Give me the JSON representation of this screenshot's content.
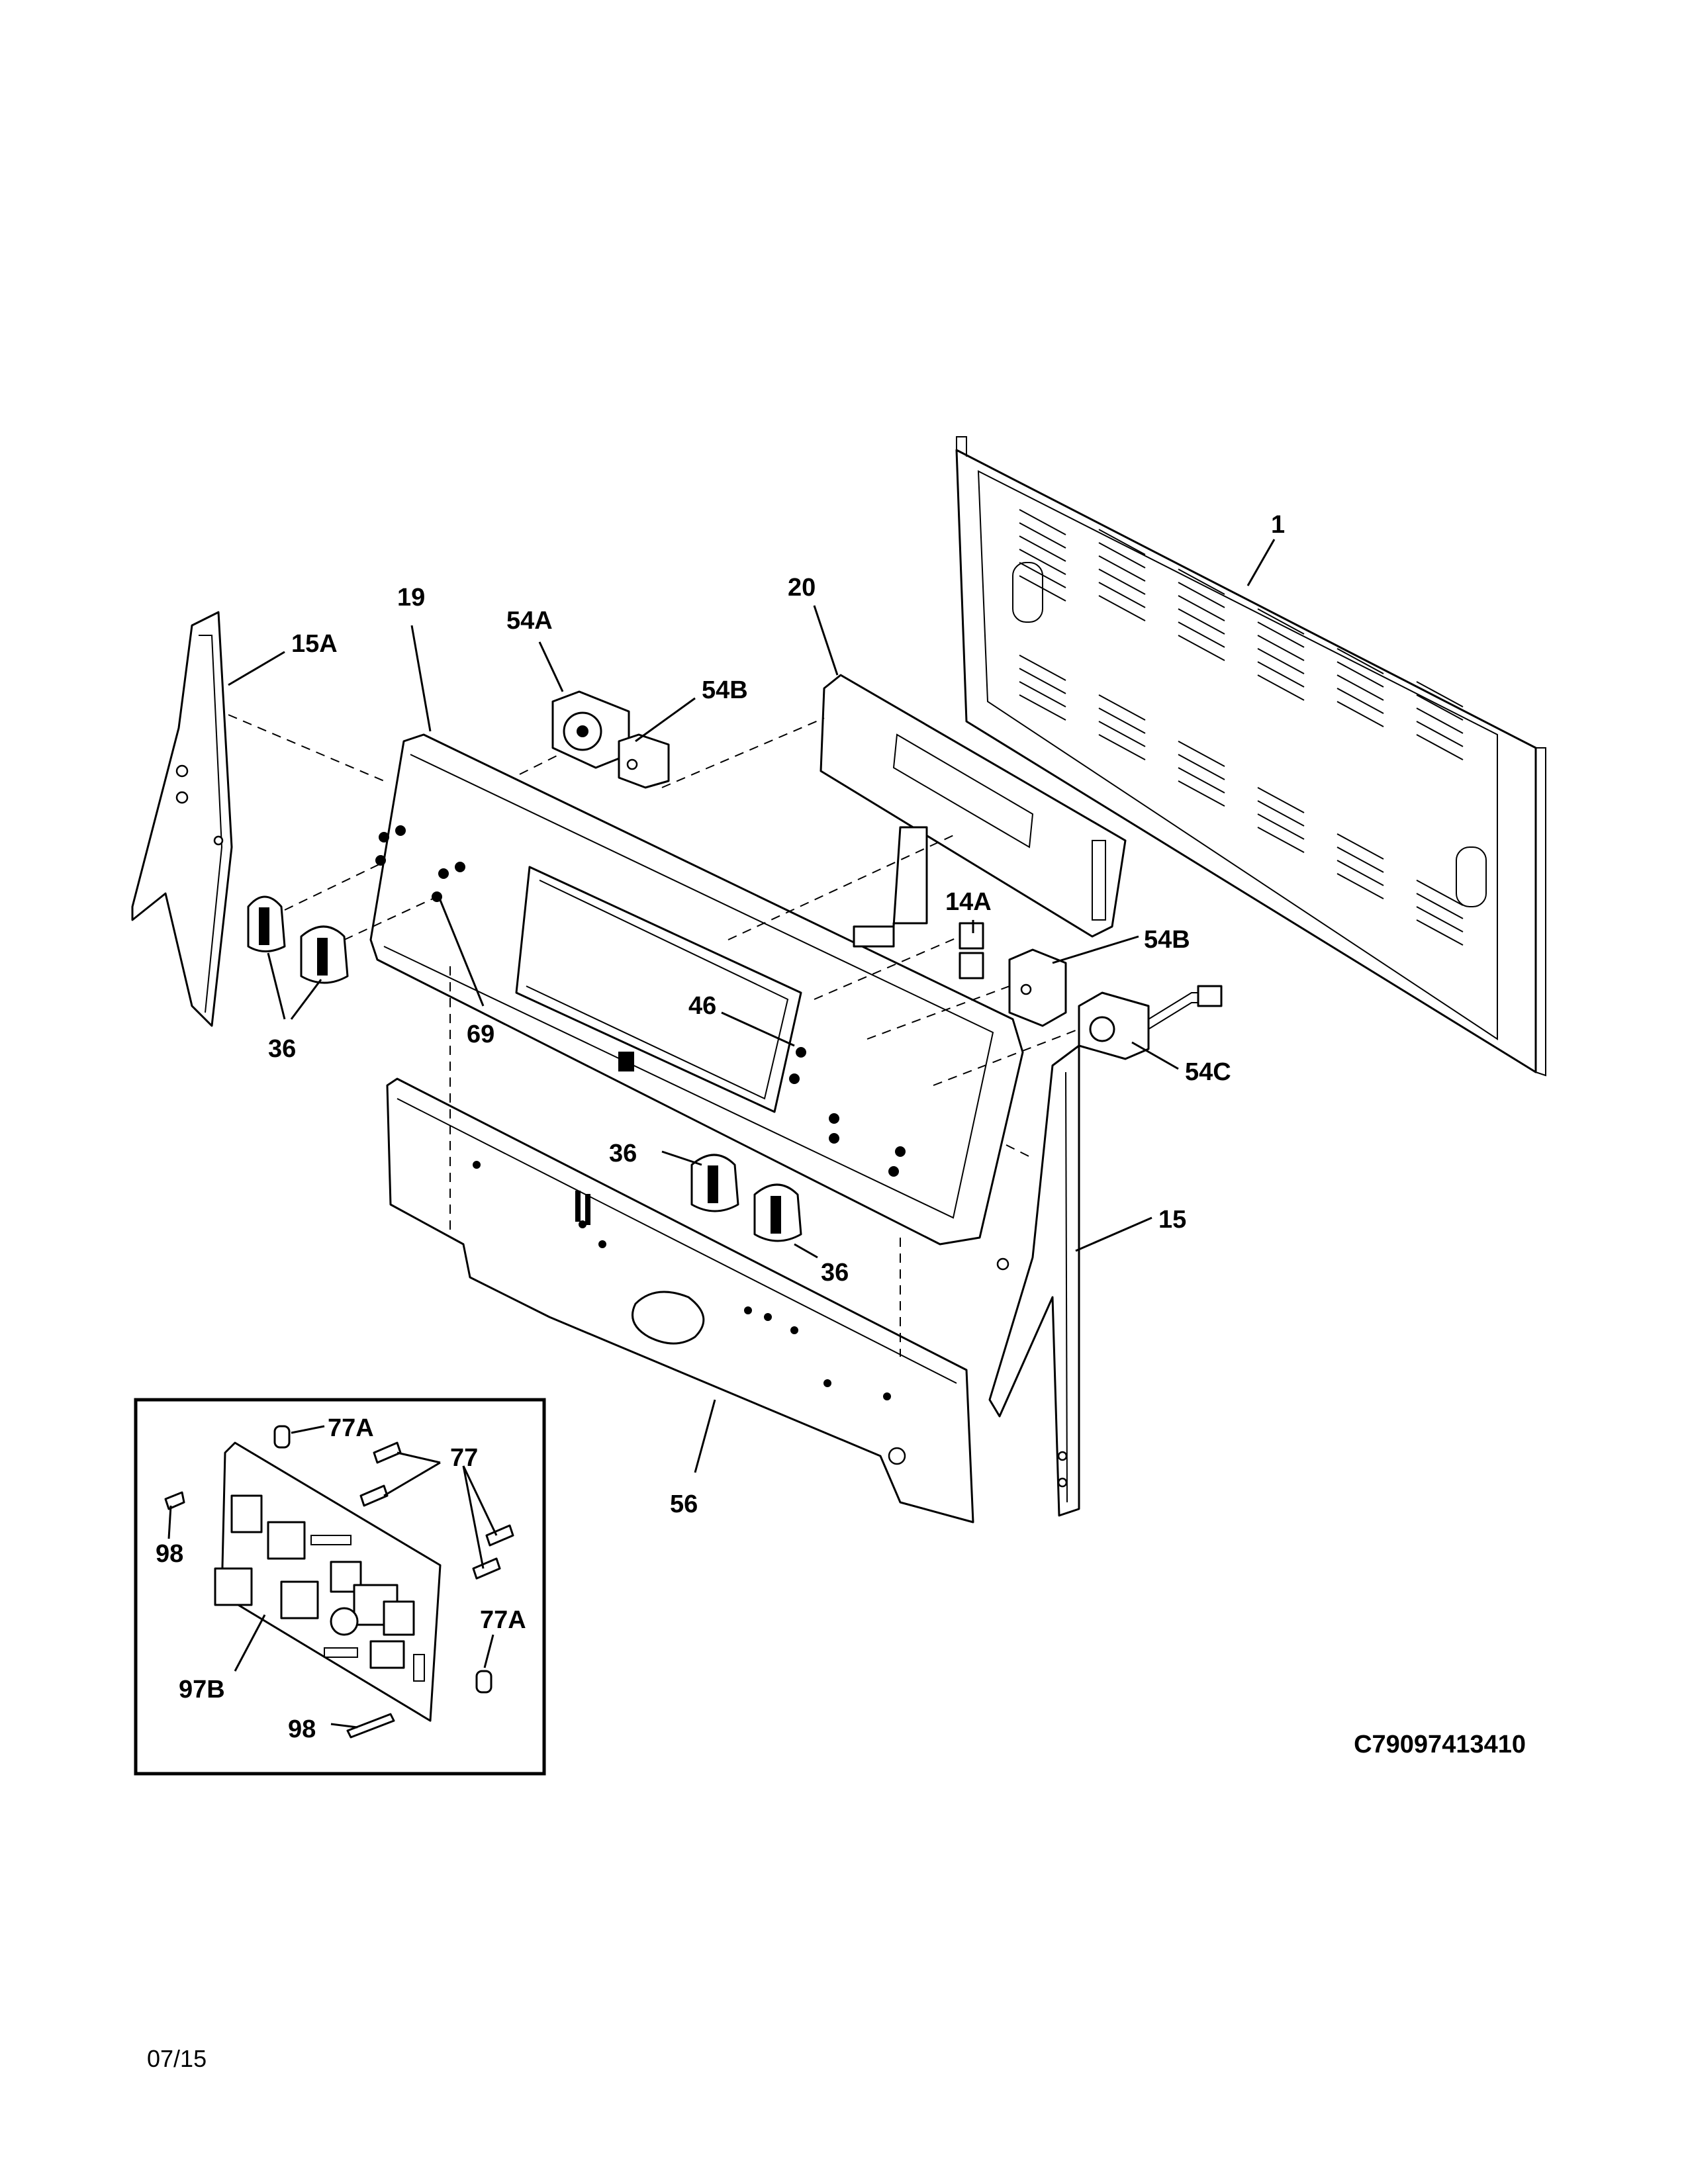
{
  "callouts": {
    "c1": "1",
    "c19": "19",
    "c20": "20",
    "c54A": "54A",
    "c54B_top": "54B",
    "c15A": "15A",
    "c14A": "14A",
    "c54B_right": "54B",
    "c54C": "54C",
    "c46": "46",
    "c69": "69",
    "c36_left": "36",
    "c36_mid": "36",
    "c36_right": "36",
    "c15": "15",
    "c56": "56",
    "c77A_top": "77A",
    "c77": "77",
    "c98_top": "98",
    "c77A_bottom": "77A",
    "c97B": "97B",
    "c98_bottom": "98"
  },
  "footer": {
    "diagram_code": "C79097413410",
    "date": "07/15"
  }
}
